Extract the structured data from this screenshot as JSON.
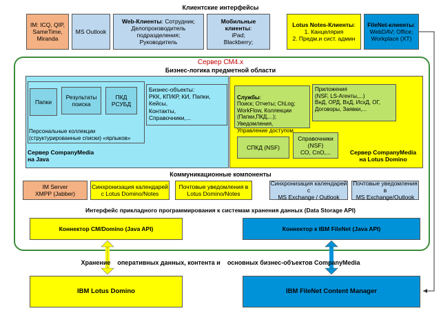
{
  "client_interfaces": {
    "title": "Клиентские интерфейсы",
    "im": "IM: ICQ, QIP,\nSameTime,\nMiranda",
    "outlook": "MS Outlook",
    "web_title": "Web-Клиенты",
    "web_text": ": Сотрудник;\nДелопроизводитель подразделения;\nРуководитель",
    "mobile_title": "Мобильные клиенты",
    "mobile_text": ":\niPad;\nBlackberry;",
    "lotus_title": "Lotus Notes-Клиенты",
    "lotus_text": ":\n1. Канцелярия\n2. Предм.и сист. админ",
    "filenet_title": "FileNet-клиенты",
    "filenet_text": ":\nWebDAV; Office;\nWorkplace (XT)"
  },
  "server": {
    "title": "Сервер СМ4.х",
    "business_logic_title": "Бизнес-логика предметной области",
    "java": {
      "papki": "Папки",
      "results": "Результаты\nпоиска",
      "pkd": "ПКД\nРСУБД",
      "personal": "Персональные коллекции\n(структурированные списки) «ярлыков»",
      "objects": "Бизнес-объекты:\nРКК, КП/КР, КИ, Папки,\nКейсы,\nКонтакты,\nСправочники,...",
      "server_name": "Сервер CompanyMedia\nна Java"
    },
    "domino": {
      "services_title": "Службы",
      "services_text": ":\nПоиск; Отчеты; ChLog;\nWorkFlow, Коллекции\n(Папки,ПКД,...);\nУведомления,\nУправление доступом",
      "apps": "Приложения\n(NSF, LS-Агенты,...)\nВнД, ОРД, ВхД, ИсхД, ОГ,\nДоговоры, Заявки,...",
      "spkd": "СПКД (NSF)",
      "refs": "Справочники\n(NSF)\nСО, СпО,...",
      "server_name": "Сервер CompanyMedia\nна Lotus Domino"
    },
    "comm_title": "Коммуникационные компоненты",
    "comm": {
      "im_server": "IM Server\nXMPP (Jabber)",
      "sync_lotus": "Синхронизация календарей\nс Lotus Domino/Notes",
      "mail_lotus": "Почтовые уведомления в\nLotus Domino/Notes",
      "sync_exchange": "Синхронизация календарей с\nMS Exchange / Outlook",
      "mail_exchange": "Почтовые уведомления в\nMS Exchange/Outlook"
    },
    "storage_api": "Интерфейс прикладного программирования к системам хранения данных (Data Storage API)",
    "connector_domino": "Коннектор CM/Domino (Java API)",
    "connector_filenet": "Коннектор к IBM FileNet (Java API)"
  },
  "storage_note": "Хранение    оперативных данных, контента и    основных бизнес-объектов CompanyMedia",
  "bottom": {
    "lotus": "IBM Lotus Domino",
    "filenet": "IBM FileNet  Content Manager"
  },
  "colors": {
    "orange": "#f4b183",
    "light_blue": "#bdd7ee",
    "yellow": "#ffff00",
    "cyan": "#99e6f7",
    "green": "#bde36a",
    "blue": "#0092d9",
    "server_title": "#c00000"
  }
}
